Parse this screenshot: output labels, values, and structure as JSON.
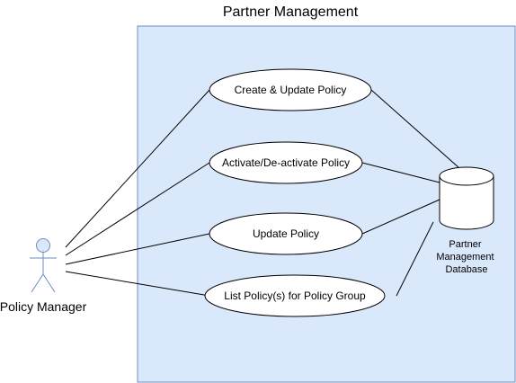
{
  "diagram": {
    "title": "Partner Management",
    "actor": {
      "label": "Policy Manager",
      "icon": "stick-figure-icon"
    },
    "use_cases": [
      {
        "id": "create-update-policy",
        "label": "Create & Update Policy"
      },
      {
        "id": "activate-deactivate-policy",
        "label": "Activate/De-activate Policy"
      },
      {
        "id": "update-policy",
        "label": "Update Policy"
      },
      {
        "id": "list-policies",
        "label": "List Policy(s) for Policy Group"
      }
    ],
    "database": {
      "label_lines": [
        "Partner",
        "Management",
        "Database"
      ],
      "icon": "cylinder-database-icon"
    },
    "colors": {
      "system_fill": "#dae8fc",
      "system_stroke": "#6c8ebf",
      "actor_stroke": "#6c8ebf",
      "actor_fill": "#dae8fc",
      "line": "#000000",
      "shape_fill": "#ffffff"
    }
  }
}
